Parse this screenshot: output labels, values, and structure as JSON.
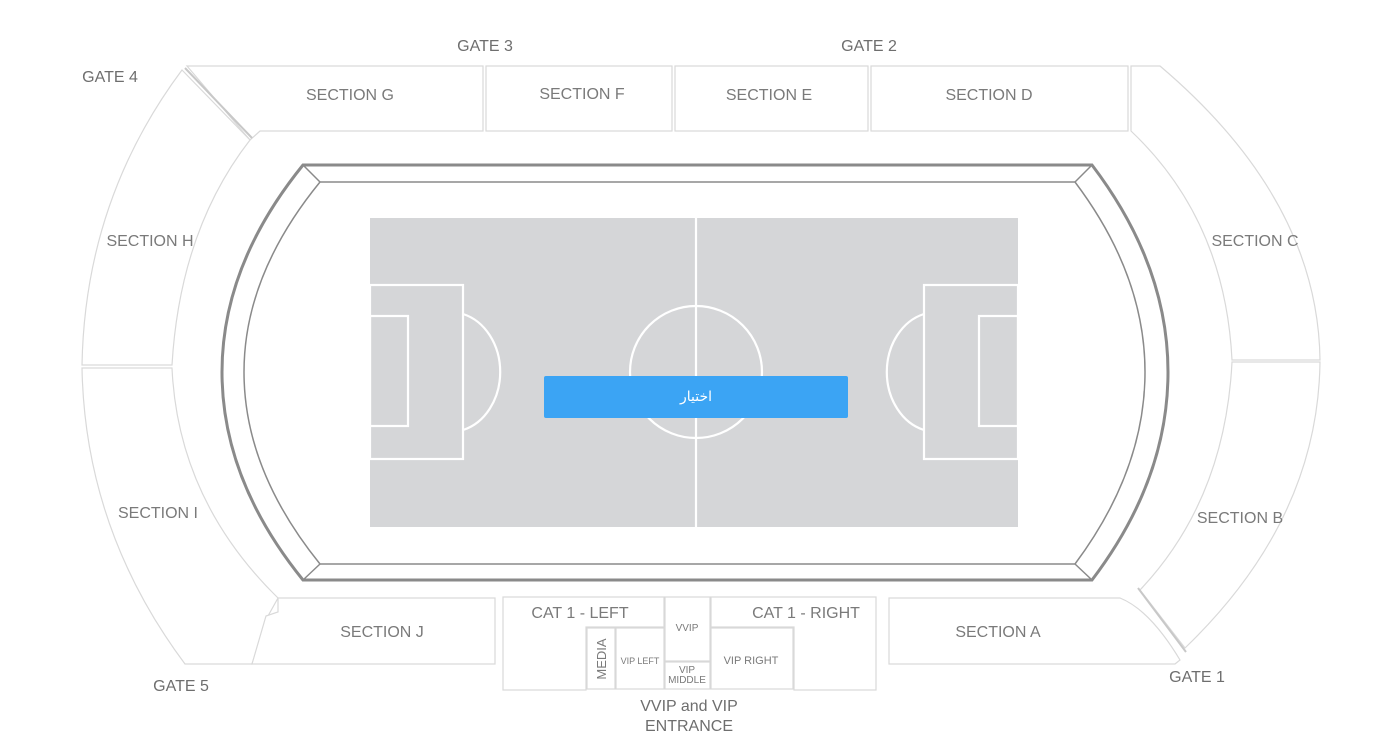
{
  "gates": {
    "gate1": "GATE 1",
    "gate2": "GATE 2",
    "gate3": "GATE 3",
    "gate4": "GATE 4",
    "gate5": "GATE 5"
  },
  "sections": {
    "a": "SECTION A",
    "b": "SECTION B",
    "c": "SECTION C",
    "d": "SECTION D",
    "e": "SECTION E",
    "f": "SECTION F",
    "g": "SECTION G",
    "h": "SECTION H",
    "i": "SECTION I",
    "j": "SECTION J"
  },
  "vip": {
    "cat1_left": "CAT 1 - LEFT",
    "cat1_right": "CAT 1 - RIGHT",
    "vvip": "VVIP",
    "media": "MEDIA",
    "vip_left": "VIP LEFT",
    "vip_middle_line1": "VIP",
    "vip_middle_line2": "MIDDLE",
    "vip_right": "VIP RIGHT",
    "entrance_line1": "VVIP and VIP",
    "entrance_line2": "ENTRANCE"
  },
  "select_button": "اختيار",
  "colors": {
    "accent": "#3ba4f4",
    "pitch": "#d5d6d8",
    "section_border": "#d9d9d9",
    "bowl": "#8a8a8a",
    "label": "#7a7a7a"
  }
}
